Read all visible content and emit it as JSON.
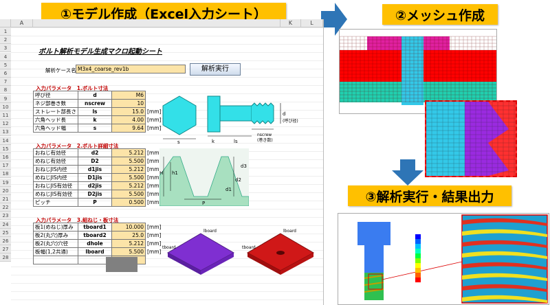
{
  "banners": {
    "step1": "①モデル作成（Excel入力シート）",
    "step2": "②メッシュ作成",
    "step3": "③解析実行・結果出力"
  },
  "sheet": {
    "columns": [
      "A",
      "K",
      "L"
    ],
    "rows": [
      "1",
      "2",
      "3",
      "4",
      "5",
      "6",
      "7",
      "8",
      "9",
      "10",
      "11",
      "12",
      "13",
      "14",
      "15",
      "16",
      "17",
      "18",
      "19",
      "20",
      "21",
      "22",
      "23",
      "24",
      "25",
      "26",
      "27",
      "28"
    ],
    "title": "ボルト解析モデル生成マクロ起動シート",
    "case_label": "解析ケース名",
    "case_value": "M3x4_coarse_rev1b",
    "run_button": "解析実行",
    "section1": "入力パラメータ　1.ボルト寸法",
    "section2": "入力パラメータ　2.ボルト詳細寸法",
    "section3": "入力パラメータ　3.組ねじ・板寸法",
    "table1": [
      {
        "label": "呼び径",
        "sym": "d",
        "val": "M6",
        "unit": ""
      },
      {
        "label": "ネジ部巻き数",
        "sym": "nscrew",
        "val": "10",
        "unit": ""
      },
      {
        "label": "ストレート部長さ",
        "sym": "ls",
        "val": "15.0",
        "unit": "[mm]"
      },
      {
        "label": "六角ヘッド長",
        "sym": "k",
        "val": "4.00",
        "unit": "[mm]"
      },
      {
        "label": "六角ヘッド幅",
        "sym": "s",
        "val": "9.64",
        "unit": "[mm]"
      }
    ],
    "table2": [
      {
        "label": "おねじ有効径",
        "sym": "d2",
        "val": "5.212",
        "unit": "[mm]"
      },
      {
        "label": "めねじ有効径",
        "sym": "D2",
        "val": "5.500",
        "unit": "[mm]"
      },
      {
        "label": "おねじJIS内径",
        "sym": "d1jis",
        "val": "5.212",
        "unit": "[mm]"
      },
      {
        "label": "めねじJIS内径",
        "sym": "D1jis",
        "val": "5.500",
        "unit": "[mm]"
      },
      {
        "label": "おねじJIS有効径",
        "sym": "d2jis",
        "val": "5.212",
        "unit": "[mm]"
      },
      {
        "label": "めねじJIS有効径",
        "sym": "D2jis",
        "val": "5.500",
        "unit": "[mm]"
      },
      {
        "label": "ピッチ",
        "sym": "P",
        "val": "0.500",
        "unit": "[mm]"
      }
    ],
    "table3": [
      {
        "label": "板1(めねじ)厚み",
        "sym": "tboard1",
        "val": "10.000",
        "unit": "[mm]"
      },
      {
        "label": "板2(丸穴)厚み",
        "sym": "tboard2",
        "val": "25.0",
        "unit": "[mm]"
      },
      {
        "label": "板2(丸穴)穴径",
        "sym": "dhole",
        "val": "5.212",
        "unit": "[mm]"
      },
      {
        "label": "板幅(1,2共通)",
        "sym": "lboard",
        "val": "5.500",
        "unit": "[mm]"
      },
      {
        "label": "",
        "sym": "",
        "val": "",
        "unit": ""
      }
    ]
  },
  "diagram_labels": {
    "s": "s",
    "k": "k",
    "ls": "ls",
    "d": "d",
    "d_note": "(呼び径)",
    "nscrew": "nscrew",
    "nscrew_note": "(巻き数)",
    "H": "H",
    "h1": "h1",
    "d3": "d3",
    "d2": "d2",
    "d1": "d1",
    "P": "P",
    "lboard": "lboard",
    "tboard": "tboard"
  },
  "colors": {
    "banner": "#FFC000",
    "arrow": "#2E75B6",
    "input": "#FCE4A8",
    "section": "#C00000"
  }
}
